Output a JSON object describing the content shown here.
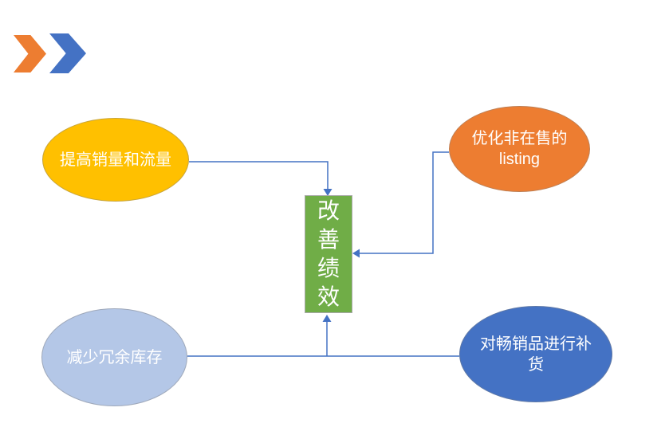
{
  "page": {
    "background": "#FFFFFF"
  },
  "decoration": {
    "chevrons": [
      {
        "id": "chevron-orange",
        "color": "#ED7D31"
      },
      {
        "id": "chevron-blue",
        "color": "#4472C4"
      }
    ]
  },
  "diagram": {
    "connector_color": "#4472C4",
    "center": {
      "label": "改善绩效",
      "fill": "#70AD47",
      "text_color": "#FFFFFF"
    },
    "nodes": [
      {
        "id": "increase-sales-and-traffic",
        "position": "top-left",
        "label": "提高销量和流量",
        "fill": "#FFC000",
        "text_color": "#FFFFFF"
      },
      {
        "id": "optimize-inactive-listings",
        "position": "top-right",
        "label": "优化非在售的\nlisting",
        "fill": "#ED7D31",
        "text_color": "#FFFFFF"
      },
      {
        "id": "reduce-redundant-inventory",
        "position": "bottom-left",
        "label": "减少冗余库存",
        "fill": "#B4C7E7",
        "text_color": "#FFFFFF"
      },
      {
        "id": "restock-best-sellers",
        "position": "bottom-right",
        "label": "对畅销品进行补货",
        "fill": "#4472C4",
        "text_color": "#FFFFFF"
      }
    ]
  }
}
